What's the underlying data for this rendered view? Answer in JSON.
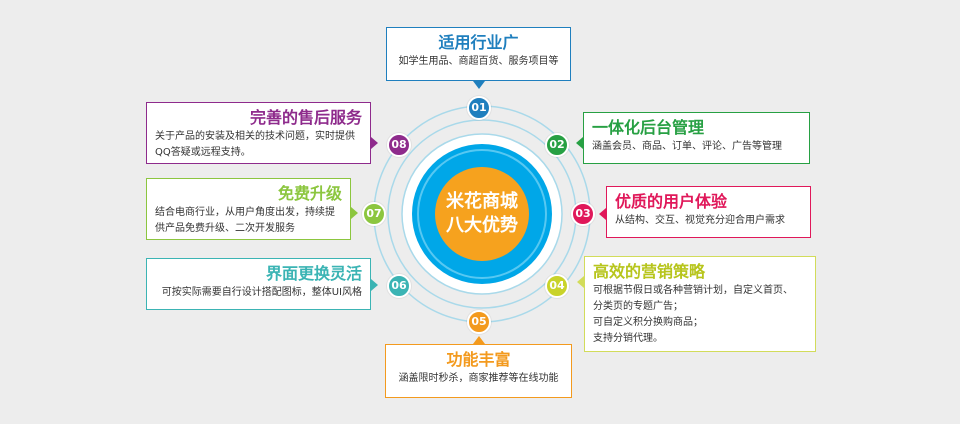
{
  "center": {
    "line1": "米花商城",
    "line2": "八大优势"
  },
  "items": [
    {
      "num": "01",
      "title": "适用行业广",
      "lines": [
        "如学生用品、商超百货、服务项目等"
      ],
      "color": "#1f7fbe"
    },
    {
      "num": "02",
      "title": "一体化后台管理",
      "lines": [
        "涵盖会员、商品、订单、评论、广告等管理"
      ],
      "color": "#27a043"
    },
    {
      "num": "03",
      "title": "优质的用户体验",
      "lines": [
        "从结构、交互、视觉充分迎合用户需求"
      ],
      "color": "#e0185a"
    },
    {
      "num": "04",
      "title": "高效的营销策略",
      "lines": [
        "可根据节假日或各种营销计划，自定义首页、",
        "分类页的专题广告；",
        "可自定义积分换购商品；",
        "支持分销代理。"
      ],
      "color": "#b7c51c"
    },
    {
      "num": "05",
      "title": "功能丰富",
      "lines": [
        "涵盖限时秒杀，商家推荐等在线功能"
      ],
      "color": "#f39a1e"
    },
    {
      "num": "06",
      "title": "界面更换灵活",
      "lines": [
        "可按实际需要自行设计搭配图标，整体UI风格"
      ],
      "color": "#3bb4b4"
    },
    {
      "num": "07",
      "title": "免费升级",
      "lines": [
        "结合电商行业，从用户角度出发，持续提",
        "供产品免费升级、二次开发服务"
      ],
      "color": "#8cc63f"
    },
    {
      "num": "08",
      "title": "完善的售后服务",
      "lines": [
        "关于产品的安装及相关的技术问题，实时提供",
        "QQ答疑或远程支持。"
      ],
      "color": "#8e2b8c"
    }
  ]
}
